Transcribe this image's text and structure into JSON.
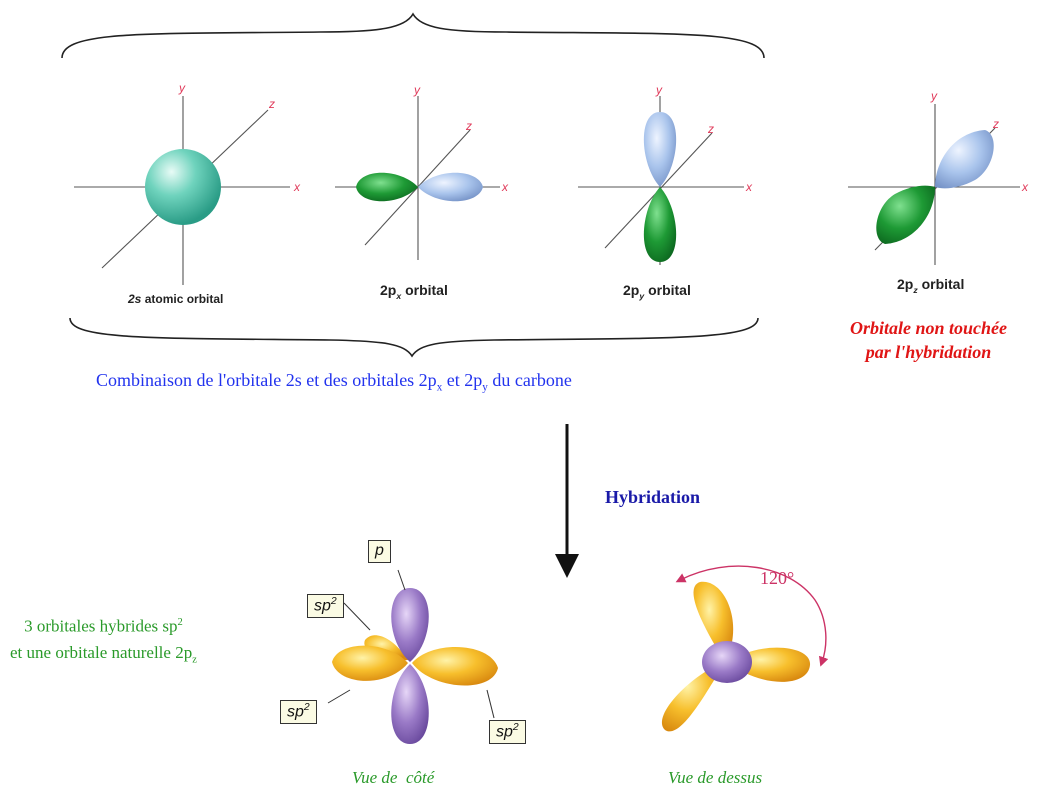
{
  "colors": {
    "s_orbital": "#5cc7b0",
    "px_green": "#1e9a35",
    "p_blue": "#a9c4ec",
    "sp2_yellow": "#f5b82c",
    "p_purple": "#9a7ac7",
    "axis_label": "#e03a5a",
    "angle_arrow": "#cc3366"
  },
  "orbitals": [
    {
      "label": "atomic orbital",
      "sub": "",
      "prefix": "2s",
      "shape": "sphere"
    },
    {
      "label": "orbital",
      "prefix": "2p",
      "sub": "x",
      "shape": "p-horizontal"
    },
    {
      "label": "orbital",
      "prefix": "2p",
      "sub": "y",
      "shape": "p-vertical"
    },
    {
      "label": "orbital",
      "prefix": "2p",
      "sub": "z",
      "shape": "p-diagonal"
    }
  ],
  "axes": {
    "x": "x",
    "y": "y",
    "z": "z"
  },
  "untouched_note": {
    "line1": "Orbitale non touchée",
    "line2": "par l'hybridation"
  },
  "combination": {
    "text_a": "Combinaison de l'orbitale 2s et des orbitales 2p",
    "sub_x": "x",
    "text_b": " et 2p",
    "sub_y": "y",
    "text_c": " du carbone"
  },
  "process_label": "Hybridation",
  "result": {
    "line1_a": "3 orbitales hybrides sp",
    "line1_sup": "2",
    "line2_a": "et une orbitale naturelle 2p",
    "line2_sub": "z"
  },
  "callouts": {
    "p": "p",
    "sp": "sp",
    "sp_sup": "2"
  },
  "angle": "120°",
  "views": {
    "side": "Vue de  côté",
    "top": "Vue de dessus"
  }
}
